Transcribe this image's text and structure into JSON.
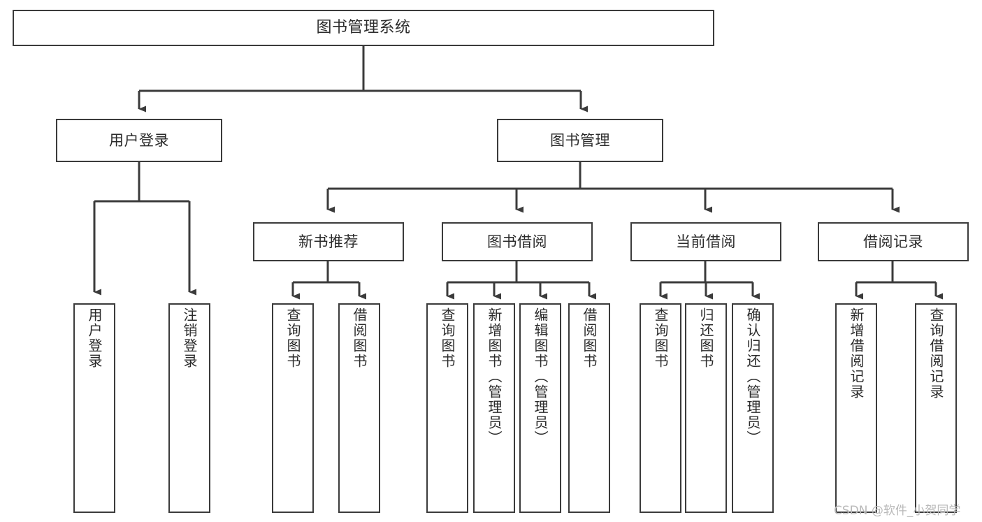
{
  "diagram": {
    "type": "hierarchy-tree",
    "title": "图书管理系统",
    "watermark": "CSDN @软件_小贺同学",
    "colors": {
      "stroke": "#3b3b3b",
      "fill": "#ffffff",
      "text": "#2b2b2b",
      "watermark": "#b9b9b9"
    },
    "levels": {
      "root": {
        "label": "图书管理系统"
      },
      "level1": [
        {
          "label": "用户登录"
        },
        {
          "label": "图书管理"
        }
      ],
      "level2": [
        {
          "label": "新书推荐"
        },
        {
          "label": "图书借阅"
        },
        {
          "label": "当前借阅"
        },
        {
          "label": "借阅记录"
        }
      ]
    },
    "nodes": {
      "root": "图书管理系统",
      "user_login": "用户登录",
      "book_manage": "图书管理",
      "new_book_rec": "新书推荐",
      "book_borrow": "图书借阅",
      "current_borrow": "当前借阅",
      "borrow_record": "借阅记录",
      "leaf_user_login": "用户登录",
      "leaf_logout": "注销登录",
      "leaf_query_book_1": "查询图书",
      "leaf_borrow_book_1": "借阅图书",
      "leaf_query_book_2": "查询图书",
      "leaf_add_book_admin": "新增图书（管理员）",
      "leaf_edit_book_admin": "编辑图书（管理员）",
      "leaf_borrow_book_2": "借阅图书",
      "leaf_query_book_3": "查询图书",
      "leaf_return_book": "归还图书",
      "leaf_confirm_return_admin": "确认归还（管理员）",
      "leaf_add_record": "新增借阅记录",
      "leaf_query_record": "查询借阅记录"
    }
  }
}
